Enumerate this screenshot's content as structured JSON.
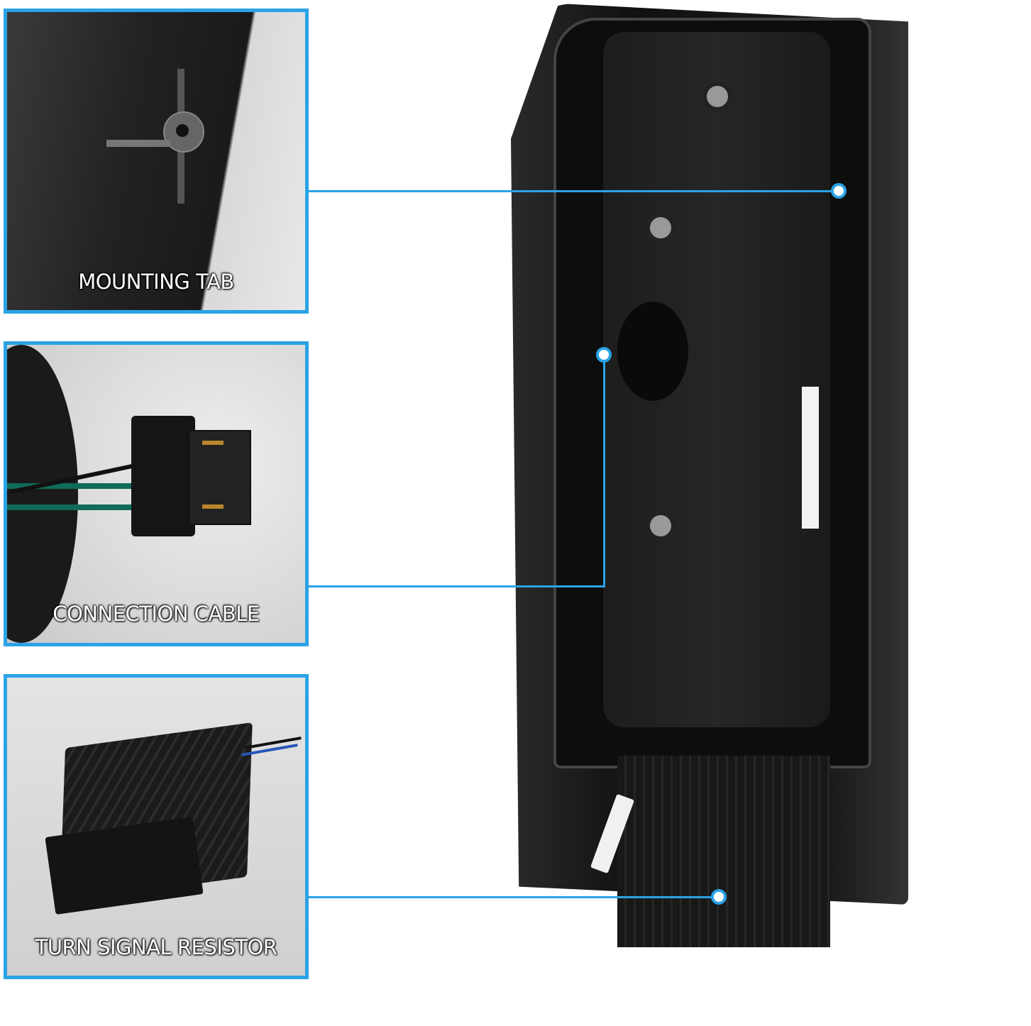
{
  "callouts": [
    {
      "label": "MOUNTING TAB"
    },
    {
      "label": "CONNECTION CABLE"
    },
    {
      "label": "TURN SIGNAL RESISTOR"
    }
  ],
  "colors": {
    "accent": "#2ba3e6",
    "housing": "#1c1c1c"
  }
}
